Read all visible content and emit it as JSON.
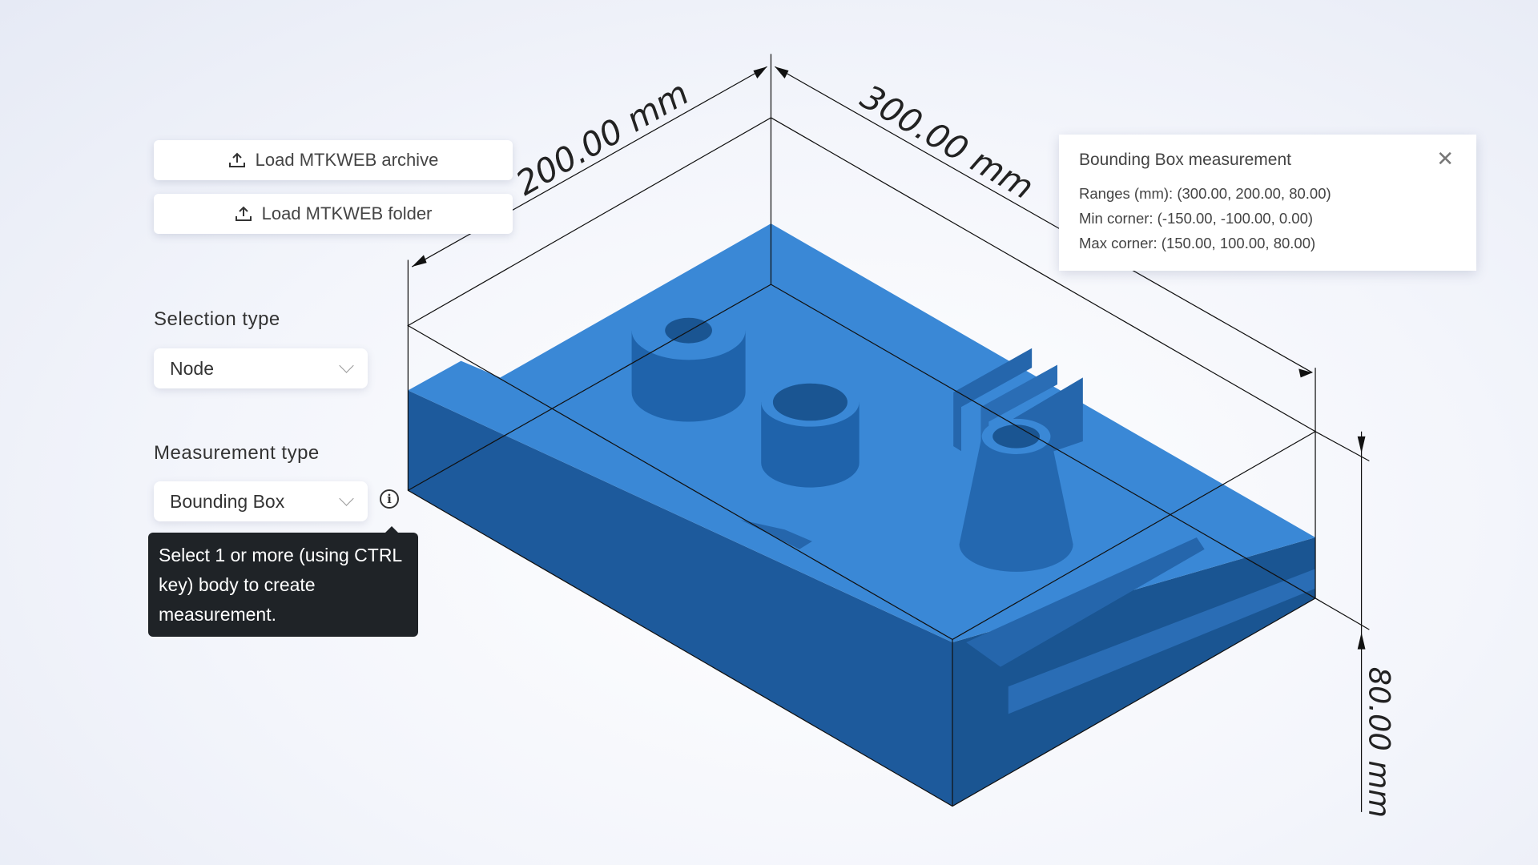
{
  "toolbar": {
    "load_archive_label": "Load MTKWEB archive",
    "load_folder_label": "Load MTKWEB folder",
    "upload_icon": "upload-icon"
  },
  "selection": {
    "label": "Selection type",
    "value": "Node"
  },
  "measurement": {
    "label": "Measurement type",
    "value": "Bounding Box",
    "info_icon": "info-icon",
    "tooltip": "Select 1 or more (using CTRL key) body to create measurement."
  },
  "popup": {
    "title": "Bounding Box measurement",
    "ranges": "Ranges (mm): (300.00, 200.00, 80.00)",
    "min_corner": "Min corner: (-150.00, -100.00, 0.00)",
    "max_corner": "Max corner: (150.00, 100.00, 80.00)",
    "close_icon": "close-icon"
  },
  "viewport": {
    "dim_y": "200.00 mm",
    "dim_x": "300.00 mm",
    "dim_z": "80.00 mm",
    "colors": {
      "top": "#3a88d6",
      "left": "#1f5fa3",
      "right": "#17538f",
      "lines": "#111111"
    }
  }
}
